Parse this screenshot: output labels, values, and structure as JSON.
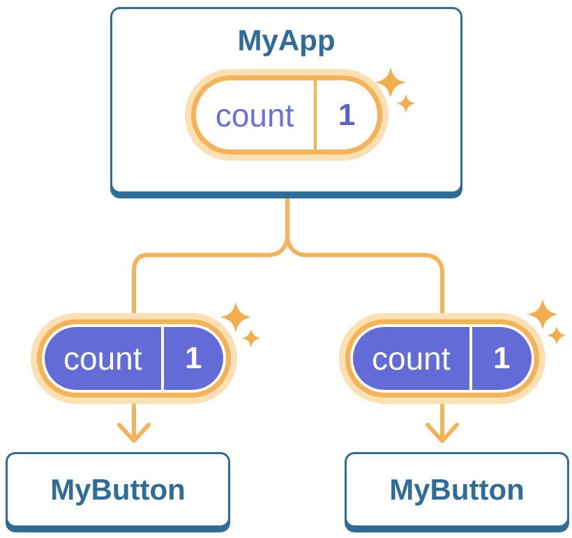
{
  "diagram_type": "react-component-tree",
  "app": {
    "title": "MyApp",
    "state_pill": {
      "label": "count",
      "value": "1"
    }
  },
  "children": [
    {
      "title": "MyButton",
      "prop_pill": {
        "label": "count",
        "value": "1"
      }
    },
    {
      "title": "MyButton",
      "prop_pill": {
        "label": "count",
        "value": "1"
      }
    }
  ],
  "icons": {
    "sparkles": "sparkles-icon",
    "arrow": "arrow-down-icon"
  },
  "colors": {
    "card_border_blue": "#2f6d98",
    "title_text_blue": "#2f6d98",
    "pill_ring_orange": "#f5b257",
    "pill_halo_light_orange": "#fbe0b4",
    "connector_orange": "#f5b257",
    "sparkle_orange": "#f3ad4e",
    "pill_fill_purple": "#636cd6",
    "state_label_purple": "#6a71db",
    "state_value_purple": "#5a62d2",
    "card_background": "#ffffff"
  }
}
